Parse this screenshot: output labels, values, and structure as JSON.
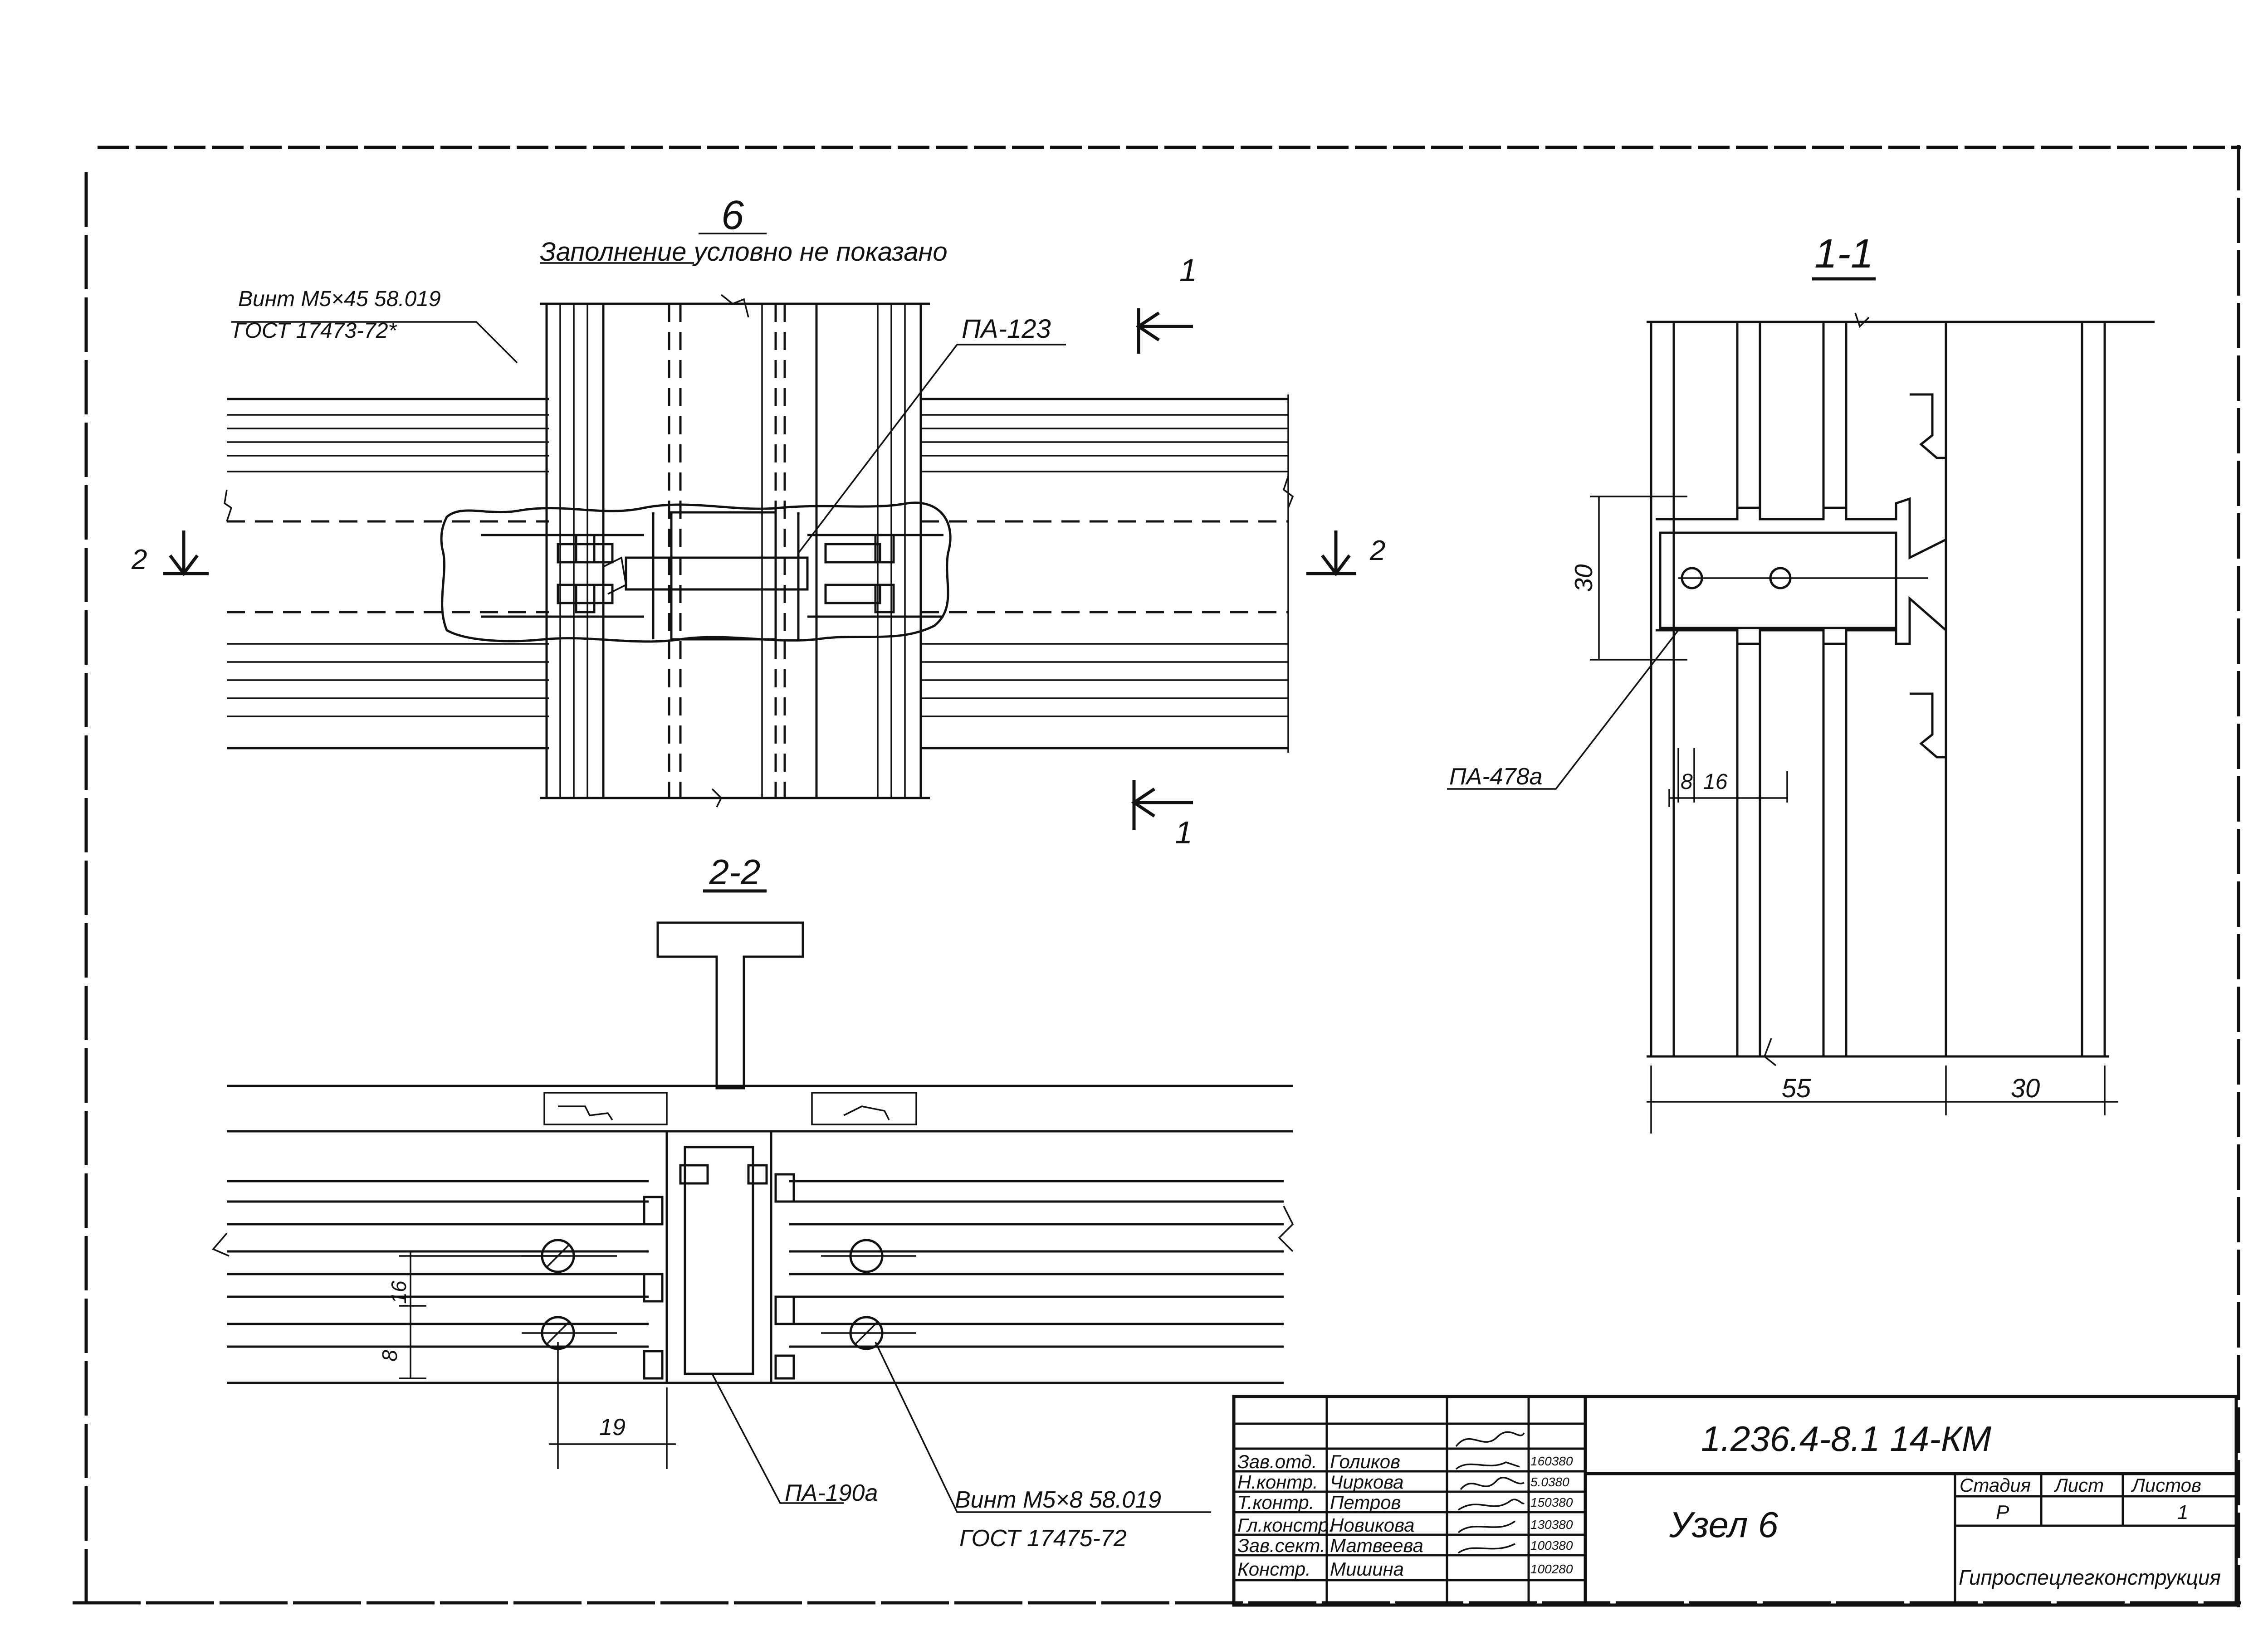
{
  "views": {
    "detail_title": "6",
    "detail_note": "Заполнение условно не показано",
    "screw_top_line1": "Винт М5×45 58.019",
    "screw_top_line2": "ГОСТ 17473-72*",
    "pa123": "ПА-123",
    "cut1_top": "1",
    "cut1_bottom": "1",
    "cut2_left": "2",
    "cut2_right": "2",
    "section11_title": "1-1",
    "dim30_vertical": "30",
    "dim8": "8",
    "dim16": "16",
    "pa478": "ПА-478а",
    "dim55": "55",
    "dim30_horizontal": "30",
    "section22_title": "2-2",
    "dim16_v": "16",
    "dim8_v": "8",
    "dim19": "19",
    "pa190": "ПА-190а",
    "screw_bottom_line1": "Винт М5×8 58.019",
    "screw_bottom_line2": "ГОСТ 17475-72"
  },
  "title_block": {
    "document_code": "1.236.4-8.1  14-КМ",
    "sheet_name": "Узел 6",
    "stage_label": "Стадия",
    "sheet_label": "Лист",
    "sheets_label": "Листов",
    "stage_value": "Р",
    "sheets_value": "1",
    "organization": "Гипроспецлегконструкция",
    "rows": [
      {
        "role": "Зав.отд.",
        "name": "Голиков",
        "date": "160380"
      },
      {
        "role": "Н.контр.",
        "name": "Чиркова",
        "date": "5.0380"
      },
      {
        "role": "Т.контр.",
        "name": "Петров",
        "date": "150380"
      },
      {
        "role": "Гл.констр.",
        "name": "Новикова",
        "date": "130380"
      },
      {
        "role": "Зав.сект.",
        "name": "Матвеева",
        "date": "100380"
      },
      {
        "role": "Констр.",
        "name": "Мишина",
        "date": "100280"
      }
    ]
  }
}
